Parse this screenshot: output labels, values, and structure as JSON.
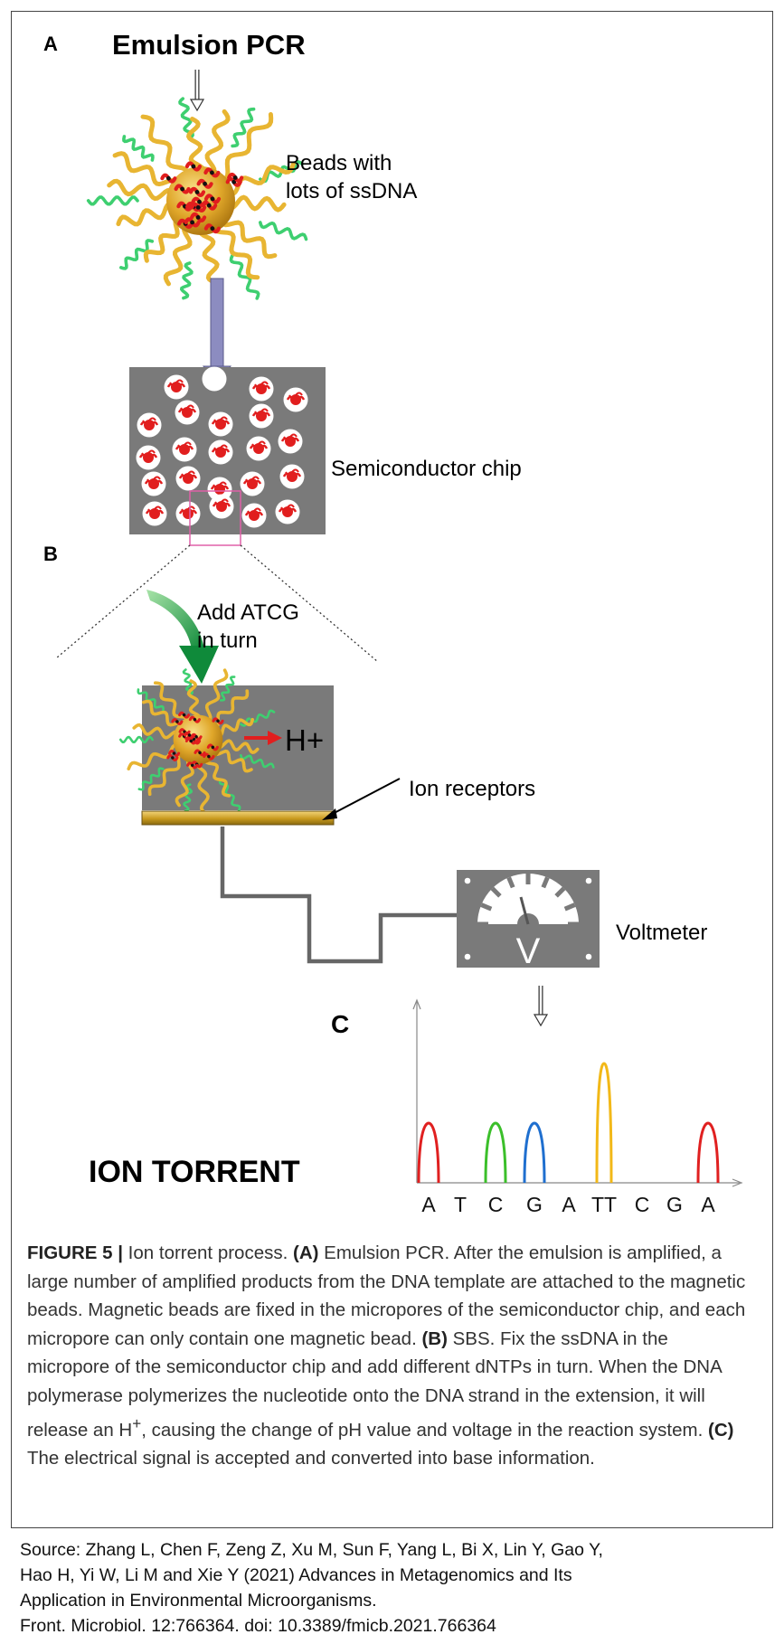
{
  "panels": {
    "a_label": "A",
    "b_label": "B",
    "c_label": "C"
  },
  "labels": {
    "emulsion_pcr": "Emulsion PCR",
    "beads_line1": "Beads with",
    "beads_line2": "lots of ssDNA",
    "semiconductor_chip": "Semiconductor chip",
    "add_atcg_line1": "Add ATCG",
    "add_atcg_line2": "in turn",
    "h_plus": "H+",
    "ion_receptors": "Ion receptors",
    "voltmeter": "Voltmeter",
    "voltmeter_symbol": "V",
    "ion_torrent": "ION TORRENT"
  },
  "colors": {
    "chip_gray": "#7a7a7a",
    "arrow_purple": "#8c8cc0",
    "arrow_green": "#1a9e4a",
    "bead_gold": "#e8b532",
    "strand_green": "#3ecf70",
    "dna_red": "#e11e1e",
    "peak_red": "#e02020",
    "peak_green": "#3bbf2a",
    "peak_blue": "#1f6fcf",
    "peak_yellow": "#f2b818",
    "magenta_box": "#e060a8"
  },
  "chart_data": {
    "type": "line",
    "title": "",
    "xlabel": "",
    "ylabel": "",
    "categories": [
      "A",
      "T",
      "C",
      "G",
      "A",
      "TT",
      "C",
      "G",
      "A"
    ],
    "values": [
      1,
      0,
      1,
      1,
      0,
      2,
      0,
      0,
      1
    ],
    "peak_colors": [
      "#e02020",
      "",
      "#3bbf2a",
      "#1f6fcf",
      "",
      "#f2b818",
      "",
      "",
      "#e02020"
    ]
  },
  "caption": {
    "figure_label": "FIGURE 5 |",
    "intro": " Ion torrent process. ",
    "a_tag": "(A)",
    "a_text": " Emulsion PCR. After the emulsion is amplified, a large number of amplified products from the DNA template are attached to the magnetic beads. Magnetic beads are fixed in the micropores of the semiconductor chip, and each micropore can only contain one magnetic bead. ",
    "b_tag": "(B)",
    "b_text": " SBS. Fix the ssDNA in the micropore of the semiconductor chip and add different dNTPs in turn. When the DNA polymerase polymerizes the nucleotide onto the DNA strand in the extension, it will release an H",
    "b_sup": "+",
    "b_text2": ", causing the change of pH value and voltage in the reaction system. ",
    "c_tag": "(C)",
    "c_text": " The electrical signal is accepted and converted into base information."
  },
  "source": {
    "line1": "Source: Zhang L, Chen F, Zeng Z, Xu M, Sun F, Yang L, Bi X, Lin Y, Gao Y,",
    "line2": "Hao H, Yi W, Li M and Xie Y (2021) Advances in Metagenomics and Its",
    "line3": "Application in Environmental Microorganisms.",
    "line4": "Front. Microbiol. 12:766364. doi: 10.3389/fmicb.2021.766364"
  }
}
